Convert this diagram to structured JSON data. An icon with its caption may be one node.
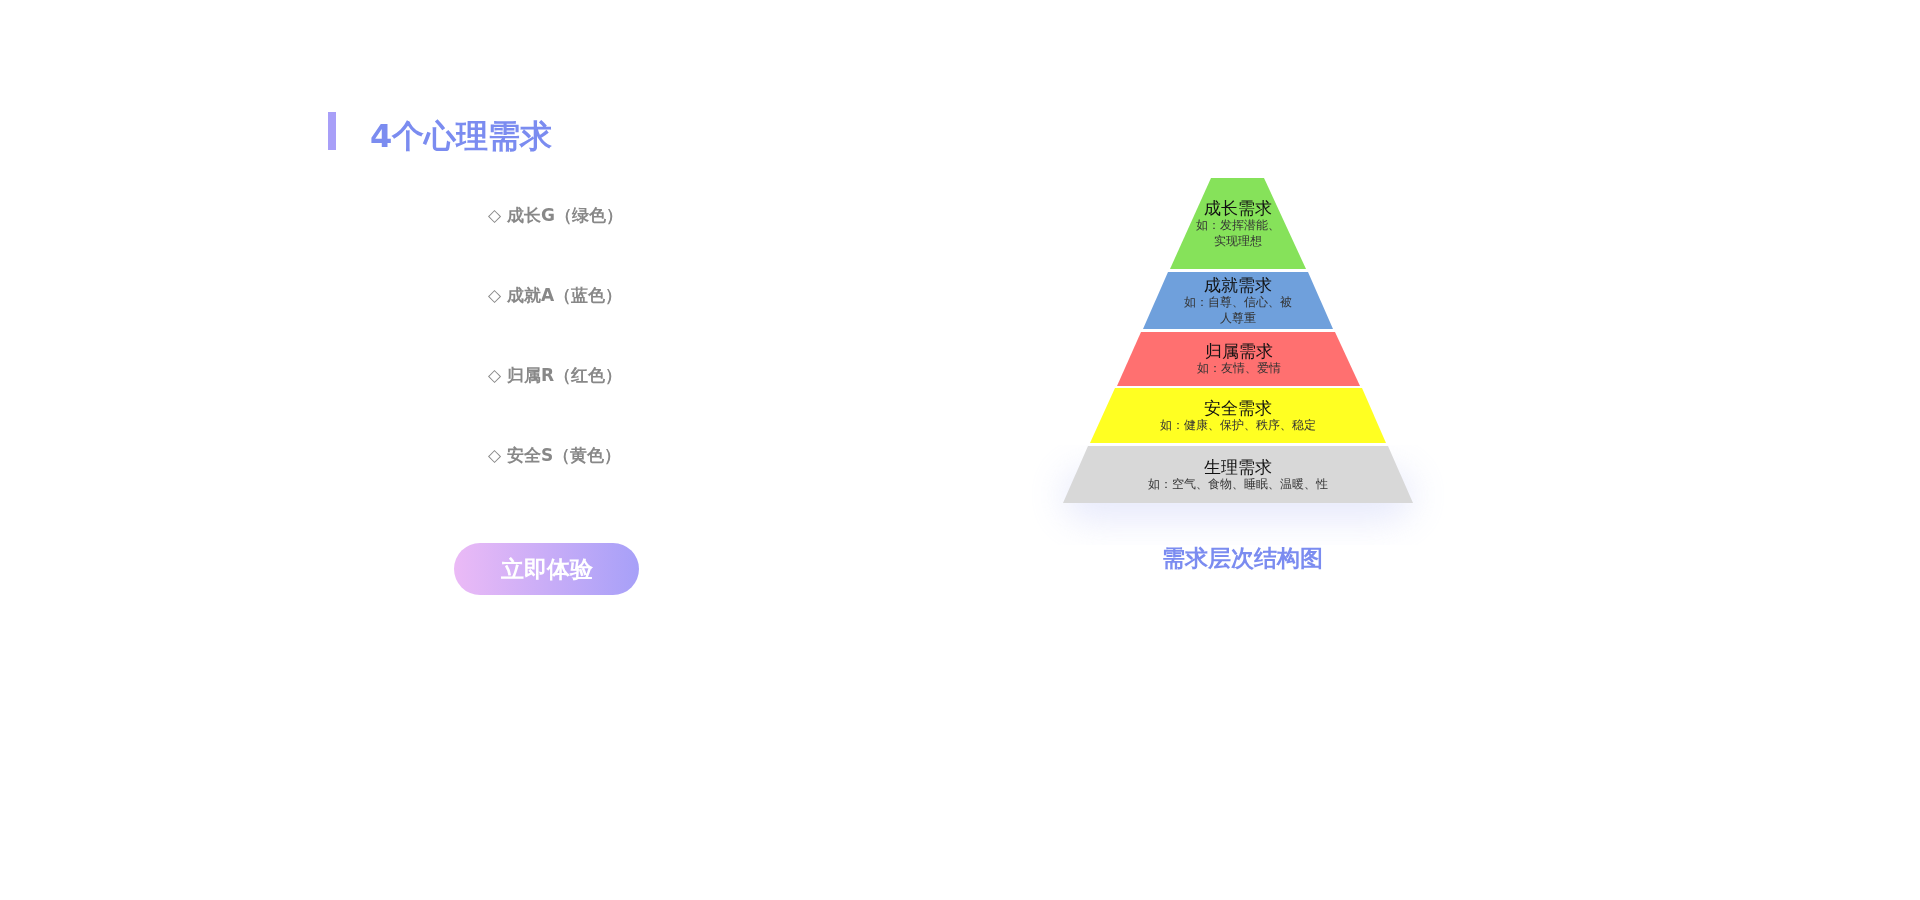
{
  "diagram": {
    "title": "4个心理需求",
    "caption": "需求层次结构图",
    "nodes": [
      {
        "text": [
          "成长需求",
          "如：发挥潜能、实现理想"
        ]
      },
      {
        "text": [
          "成就需求",
          "如：自尊、信心、被人尊重"
        ]
      },
      {
        "text": [
          "归属需求",
          "如：友情、爱情"
        ]
      },
      {
        "text": [
          "安全需求",
          "如：健康、保护、秩序、稳定"
        ]
      },
      {
        "text": [
          "生理需求",
          "如：空气、食物、睡眠、温暖、性"
        ]
      }
    ],
    "labels": [
      "◇ 成长G（绿色）",
      "◇ 成就A（蓝色）",
      "◇ 归属R（红色）",
      "◇ 安全S（黄色）",
      "立即体验"
    ]
  }
}
